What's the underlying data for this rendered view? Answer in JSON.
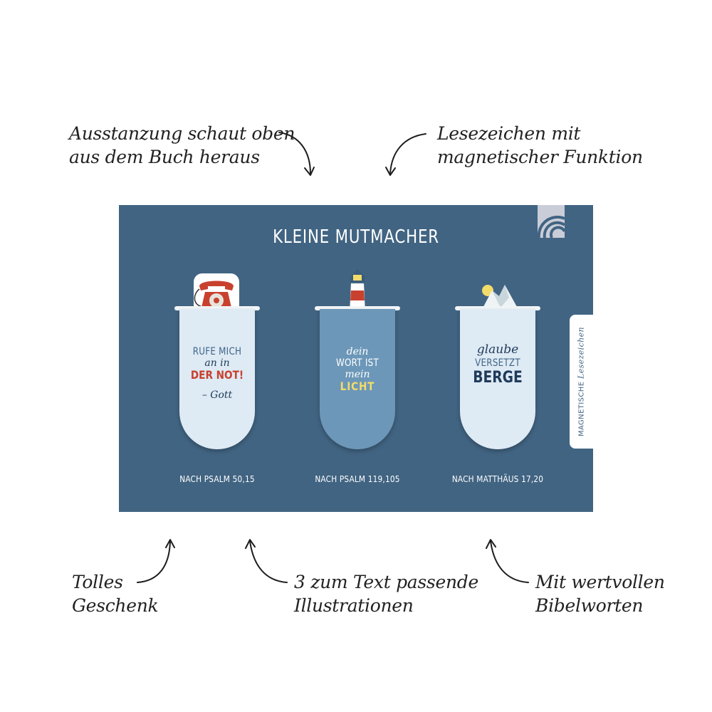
{
  "annotations": {
    "top_left": [
      "Ausstanzung schaut oben",
      "aus dem Buch heraus"
    ],
    "top_right": [
      "Lesezeichen mit",
      "magnetischer Funktion"
    ],
    "bottom_left": [
      "Tolles",
      "Geschenk"
    ],
    "bottom_middle": [
      "3 zum Text passende",
      "Illustrationen"
    ],
    "bottom_right": [
      "Mit wertvollen",
      "Bibelworten"
    ]
  },
  "card": {
    "title": "KLEINE MUTMACHER",
    "side_tab": {
      "plain": "MAGNETISCHE",
      "script": "Lesezeichen"
    }
  },
  "bookmarks": [
    {
      "illustration": "telephone-icon",
      "line1": "RUFE MICH",
      "line2": "an in",
      "line3": "DER NOT!",
      "line4": "– Gott",
      "reference": "NACH PSALM 50,15"
    },
    {
      "illustration": "lighthouse-icon",
      "line1": "dein",
      "line2": "WORT IST",
      "line3": "mein",
      "line4": "LICHT",
      "reference": "NACH PSALM 119,105"
    },
    {
      "illustration": "mountain-icon",
      "line1": "glaube",
      "line2": "VERSETZT",
      "line3": "BERGE",
      "reference": "NACH MATTHÄUS 17,20"
    }
  ],
  "colors": {
    "card_background": "#416482",
    "bookmark_light": "#deeaf4",
    "bookmark_blue": "#6c97b8",
    "accent_red": "#c8412f",
    "accent_yellow": "#f4dc6a",
    "dark_navy": "#1f3a5a"
  }
}
